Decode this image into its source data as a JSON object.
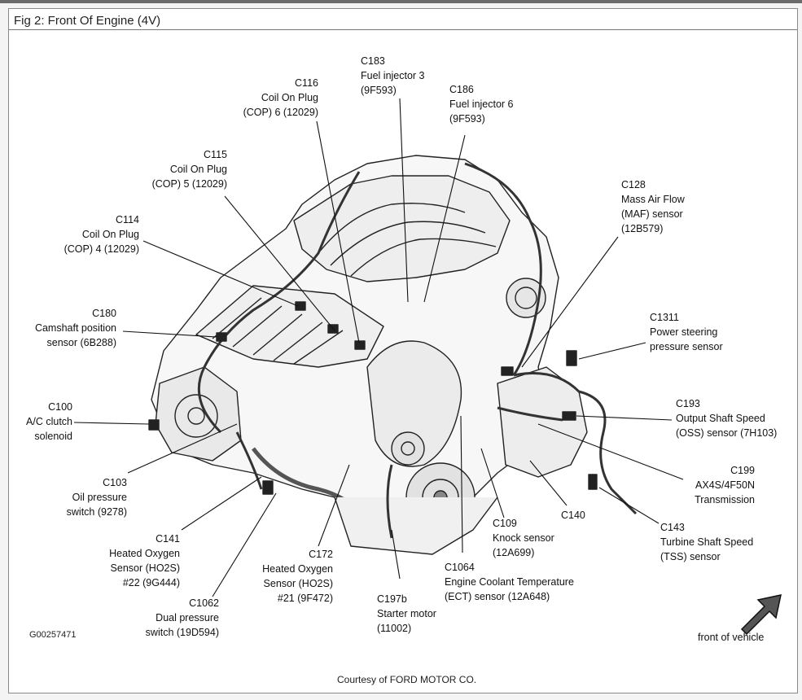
{
  "title": "Fig 2: Front Of Engine (4V)",
  "figure_ref": "G00257471",
  "credit": "Courtesy of FORD MOTOR CO.",
  "front_of_vehicle": "front of vehicle",
  "callouts": {
    "c183": {
      "code": "C183",
      "line1": "Fuel injector 3",
      "line2": "(9F593)"
    },
    "c116": {
      "code": "C116",
      "line1": "Coil On Plug",
      "line2": "(COP) 6 (12029)"
    },
    "c186": {
      "code": "C186",
      "line1": "Fuel injector 6",
      "line2": "(9F593)"
    },
    "c115": {
      "code": "C115",
      "line1": "Coil On Plug",
      "line2": "(COP) 5 (12029)"
    },
    "c128": {
      "code": "C128",
      "line1": "Mass Air Flow",
      "line2": "(MAF) sensor",
      "line3": "(12B579)"
    },
    "c114": {
      "code": "C114",
      "line1": "Coil On Plug",
      "line2": "(COP) 4 (12029)"
    },
    "c180": {
      "code": "C180",
      "line1": "Camshaft position",
      "line2": "sensor (6B288)"
    },
    "c1311": {
      "code": "C1311",
      "line1": "Power steering",
      "line2": "pressure sensor"
    },
    "c100": {
      "code": "C100",
      "line1": "A/C clutch",
      "line2": "solenoid"
    },
    "c193": {
      "code": "C193",
      "line1": "Output Shaft Speed",
      "line2": "(OSS) sensor (7H103)"
    },
    "c103": {
      "code": "C103",
      "line1": "Oil pressure",
      "line2": "switch (9278)"
    },
    "c199": {
      "code": "C199",
      "line1": "AX4S/4F50N",
      "line2": "Transmission"
    },
    "c140": {
      "code": "C140"
    },
    "c109": {
      "code": "C109",
      "line1": "Knock sensor",
      "line2": "(12A699)"
    },
    "c143": {
      "code": "C143",
      "line1": "Turbine Shaft Speed",
      "line2": "(TSS) sensor"
    },
    "c141": {
      "code": "C141",
      "line1": "Heated Oxygen",
      "line2": "Sensor (HO2S)",
      "line3": "#22 (9G444)"
    },
    "c172": {
      "code": "C172",
      "line1": "Heated Oxygen",
      "line2": "Sensor (HO2S)",
      "line3": "#21 (9F472)"
    },
    "c1064": {
      "code": "C1064",
      "line1": "Engine Coolant Temperature",
      "line2": "(ECT) sensor (12A648)"
    },
    "c1062": {
      "code": "C1062",
      "line1": "Dual pressure",
      "line2": "switch (19D594)"
    },
    "c197b": {
      "code": "C197b",
      "line1": "Starter motor",
      "line2": "(11002)"
    }
  }
}
